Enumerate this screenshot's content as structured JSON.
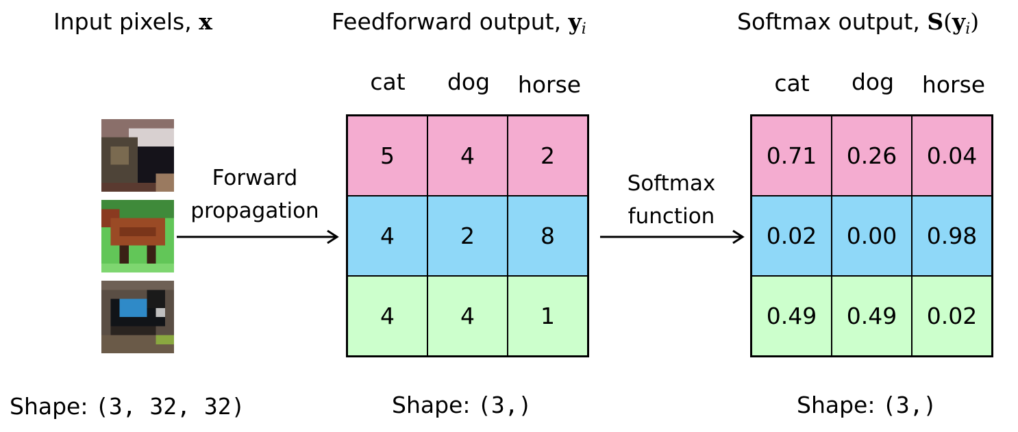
{
  "titles": {
    "input_text": "Input pixels, ",
    "input_var": "x",
    "ff_text": "Feedforward output, ",
    "ff_var": "y",
    "ff_sub": "i",
    "sm_text": "Softmax output, ",
    "sm_func": "S",
    "sm_open": "(",
    "sm_var": "y",
    "sm_sub": "i",
    "sm_close": ")"
  },
  "arrows": {
    "forward_line1": "Forward",
    "forward_line2": "propagation",
    "softmax_line1": "Softmax",
    "softmax_line2": "function"
  },
  "columns": [
    "cat",
    "dog",
    "horse"
  ],
  "feedforward": [
    [
      "5",
      "4",
      "2"
    ],
    [
      "4",
      "2",
      "8"
    ],
    [
      "4",
      "4",
      "1"
    ]
  ],
  "softmax": [
    [
      "0.71",
      "0.26",
      "0.04"
    ],
    [
      "0.02",
      "0.00",
      "0.98"
    ],
    [
      "0.49",
      "0.49",
      "0.02"
    ]
  ],
  "row_colors": [
    "#f4acd0",
    "#8fd8f8",
    "#ccffcc"
  ],
  "shapes": {
    "label": "Shape: ",
    "input": "(3, 32, 32)",
    "ff": "(3,)",
    "sm": "(3,)"
  },
  "images": [
    "cat-image",
    "horse-image",
    "dog-image"
  ]
}
